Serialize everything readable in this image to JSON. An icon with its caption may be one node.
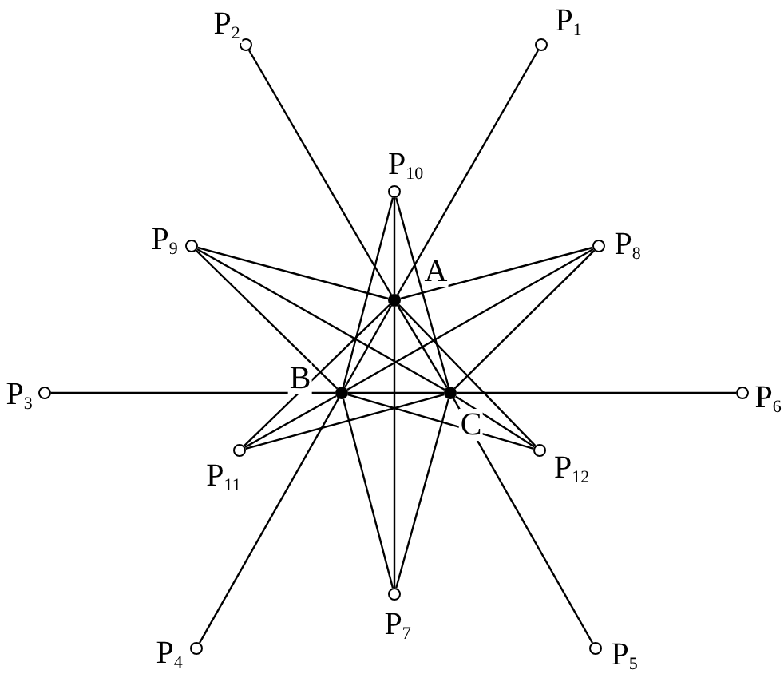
{
  "diagram": {
    "nodes": [
      {
        "text": [],
        "shape": "circle",
        "beside": [
          "P$_{1}$"
        ]
      },
      {
        "text": [],
        "shape": "circle",
        "beside": [
          "P$_{2}$"
        ]
      },
      {
        "text": [],
        "shape": "circle",
        "beside": [
          "P$_{3}$"
        ]
      },
      {
        "text": [],
        "shape": "circle",
        "beside": [
          "P$_{4}$"
        ]
      },
      {
        "text": [],
        "shape": "circle",
        "beside": [
          "P$_{5}$"
        ]
      },
      {
        "text": [],
        "shape": "circle",
        "beside": [
          "P$_{6}$"
        ]
      },
      {
        "text": [],
        "shape": "circle",
        "beside": [
          "P$_{7}$"
        ]
      },
      {
        "text": [],
        "shape": "circle",
        "beside": [
          "P$_{8}$"
        ]
      },
      {
        "text": [],
        "shape": "circle",
        "beside": [
          "P$_{9}$"
        ]
      },
      {
        "text": [],
        "shape": "circle",
        "beside": [
          "P$_{10}$"
        ]
      },
      {
        "text": [],
        "shape": "circle",
        "beside": [
          "P$_{11}$"
        ]
      },
      {
        "text": [],
        "shape": "circle",
        "beside": [
          "P$_{12}$"
        ]
      },
      {
        "text": [],
        "shape": "dot",
        "beside": [
          "A"
        ]
      },
      {
        "text": [],
        "shape": "dot",
        "beside": [
          "B"
        ]
      },
      {
        "text": [],
        "shape": "dot",
        "beside": [
          "C"
        ]
      }
    ],
    "edges": [
      {
        "from": 0,
        "to": 12,
        "arrow": "none"
      },
      {
        "from": 12,
        "to": 13,
        "arrow": "none"
      },
      {
        "from": 13,
        "to": 3,
        "arrow": "none"
      },
      {
        "from": 1,
        "to": 12,
        "arrow": "none"
      },
      {
        "from": 12,
        "to": 14,
        "arrow": "none"
      },
      {
        "from": 14,
        "to": 4,
        "arrow": "none"
      },
      {
        "from": 2,
        "to": 13,
        "arrow": "none"
      },
      {
        "from": 13,
        "to": 14,
        "arrow": "none"
      },
      {
        "from": 14,
        "to": 5,
        "arrow": "none"
      },
      {
        "from": 9,
        "to": 12,
        "arrow": "none"
      },
      {
        "from": 12,
        "to": 6,
        "arrow": "none"
      },
      {
        "from": 9,
        "to": 13,
        "arrow": "none"
      },
      {
        "from": 9,
        "to": 14,
        "arrow": "none"
      },
      {
        "from": 6,
        "to": 13,
        "arrow": "none"
      },
      {
        "from": 6,
        "to": 14,
        "arrow": "none"
      },
      {
        "from": 7,
        "to": 12,
        "arrow": "none"
      },
      {
        "from": 7,
        "to": 13,
        "arrow": "none"
      },
      {
        "from": 7,
        "to": 14,
        "arrow": "none"
      },
      {
        "from": 8,
        "to": 12,
        "arrow": "none"
      },
      {
        "from": 8,
        "to": 13,
        "arrow": "none"
      },
      {
        "from": 8,
        "to": 14,
        "arrow": "none"
      },
      {
        "from": 10,
        "to": 12,
        "arrow": "none"
      },
      {
        "from": 10,
        "to": 13,
        "arrow": "none"
      },
      {
        "from": 10,
        "to": 14,
        "arrow": "none"
      },
      {
        "from": 11,
        "to": 12,
        "arrow": "none"
      },
      {
        "from": 11,
        "to": 13,
        "arrow": "none"
      },
      {
        "from": 11,
        "to": 14,
        "arrow": "none"
      }
    ]
  }
}
